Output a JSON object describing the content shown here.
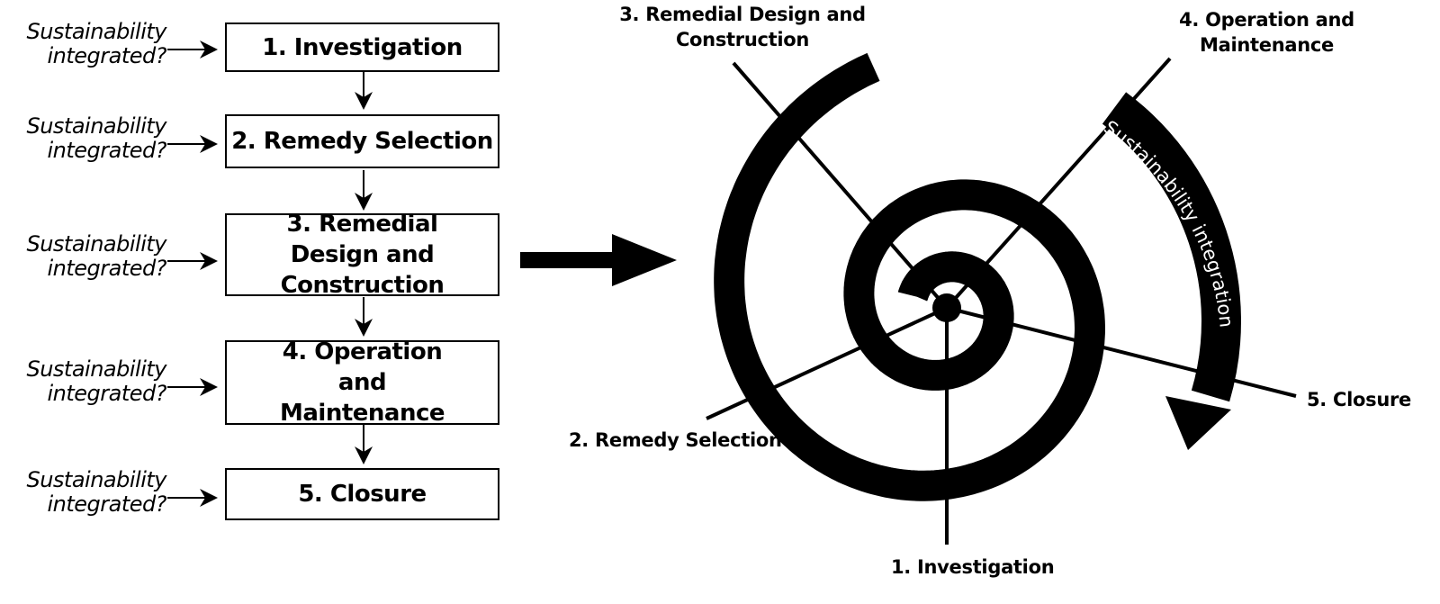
{
  "flowchart": {
    "question": "Sustainability integrated?",
    "steps": [
      {
        "label": "1. Investigation"
      },
      {
        "label": "2. Remedy Selection"
      },
      {
        "label": "3. Remedial Design and Construction"
      },
      {
        "label": "4. Operation and Maintenance"
      },
      {
        "label": "5. Closure"
      }
    ]
  },
  "spiral": {
    "arrow_text": "Sustainability integration",
    "labels": {
      "investigation": "1. Investigation",
      "remedy": "2. Remedy Selection",
      "design": "3. Remedial Design and Construction",
      "operation": "4. Operation and Maintenance",
      "closure": "5. Closure"
    }
  }
}
